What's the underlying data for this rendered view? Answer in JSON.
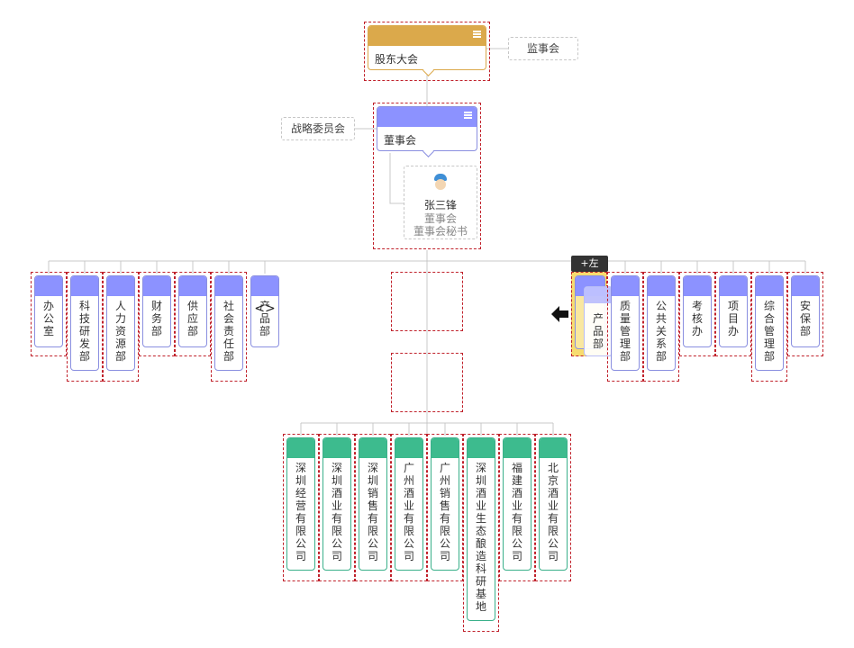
{
  "top": {
    "shareholders": "股东大会",
    "supervisors": "监事会",
    "board": "董事会",
    "strategy": "战略委员会",
    "person": {
      "name": "张三锋",
      "role1": "董事会",
      "role2": "董事会秘书"
    }
  },
  "departments": [
    "办公室",
    "科技研发部",
    "人力资源部",
    "财务部",
    "供应部",
    "社会责任部",
    "产品部"
  ],
  "departments_right": [
    "质量管理部",
    "公共关系部",
    "考核办",
    "项目办",
    "综合管理部",
    "安保部"
  ],
  "drag": {
    "tooltip": "+左",
    "ghost": "产品部"
  },
  "subsidiaries": [
    "深圳经营有限公司",
    "深圳酒业有限公司",
    "深圳销售有限公司",
    "广州酒业有限公司",
    "广州销售有限公司",
    "深圳酒业生态酿造科研基地",
    "福建酒业有限公司",
    "北京酒业有限公司"
  ],
  "colors": {
    "accent_gold": "#dba94b",
    "accent_purple": "#8c92ff",
    "accent_green": "#3dbb8e",
    "selection": "#c0202a"
  }
}
